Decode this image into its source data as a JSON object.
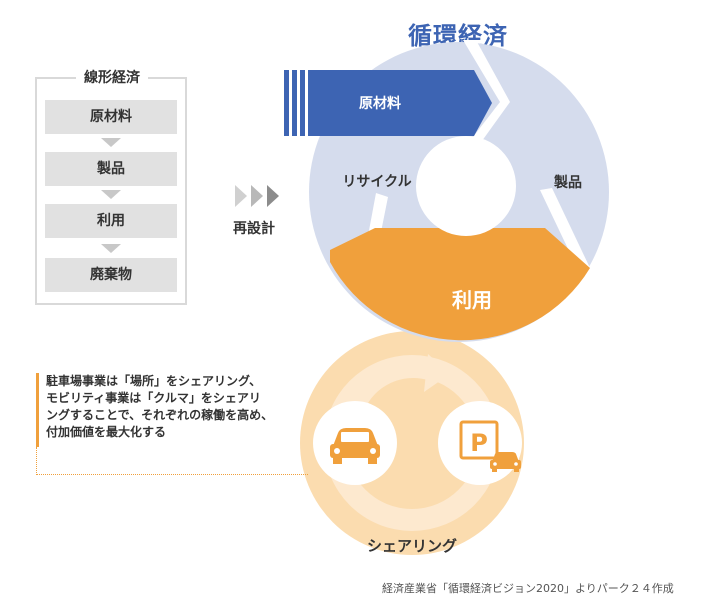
{
  "title": "循環経済",
  "linear": {
    "title": "線形経済",
    "steps": [
      "原材料",
      "製品",
      "利用",
      "廃棄物"
    ]
  },
  "redesign_label": "再設計",
  "cycle": {
    "raw_material": "原材料",
    "product": "製品",
    "recycle": "リサイクル",
    "use": "利用"
  },
  "sharing": {
    "label": "シェアリング",
    "car_icon": "car-icon",
    "parking_icon": "parking-icon",
    "parking_letter": "P"
  },
  "note": {
    "lines": [
      "駐車場事業は「場所」をシェアリング、",
      "モビリティ事業は「クルマ」をシェアリ",
      "ングすることで、それぞれの稼働を高め、",
      "付加価値を最大化する"
    ]
  },
  "source": "経済産業省「循環経済ビジョン2020」よりパーク２４作成",
  "colors": {
    "blue": "#3d64b3",
    "cycle_light": "#d5dced",
    "orange": "#f0a03c",
    "sharing_light": "#fbdcaf"
  }
}
